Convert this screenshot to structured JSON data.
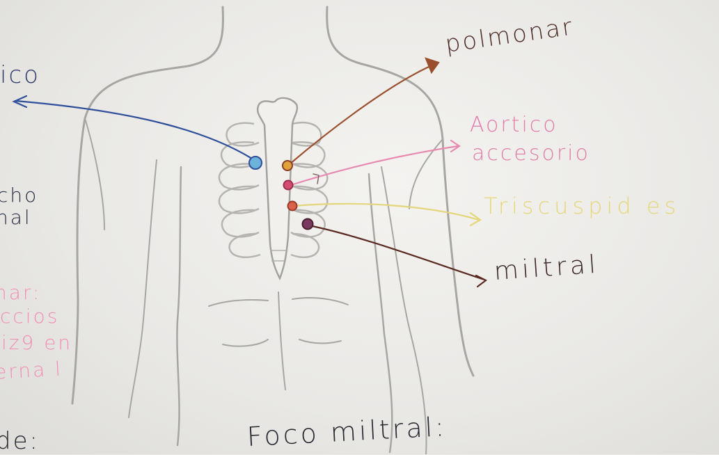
{
  "labels": {
    "pulmonar": "polmonar",
    "aortico_accesorio_line1": "Aortico",
    "aortico_accesorio_line2": "accesorio",
    "tricuspideo": "Triscuspid es",
    "mitral": "miltral",
    "left_top": "ico",
    "left_mid_line1": "cho",
    "left_mid_line2": "nal",
    "left_pink_line1": "nar:",
    "left_pink_line2": "ccios",
    "left_pink_line3": "iz9 en",
    "left_pink_line4": "erna l",
    "bottom_left": "de:",
    "bottom_center": "Foco miltral:"
  },
  "colors": {
    "pulmonar_ink": "#a0532e",
    "aortico_ink": "#4a8fbf",
    "aortico_accesorio_ink": "#e27aa8",
    "tricuspideo_ink": "#e6d778",
    "mitral_ink": "#5a2a30",
    "pencil": "#9a9a98"
  }
}
